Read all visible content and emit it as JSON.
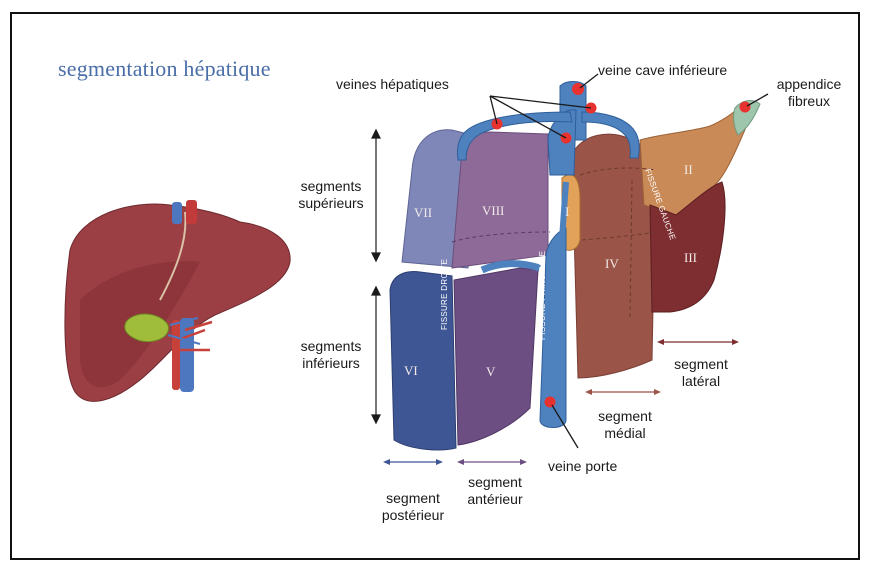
{
  "title": "segmentation hépatique",
  "labels": {
    "veines_hepatiques": "veines hépatiques",
    "veine_cave": "veine cave inférieure",
    "appendice_line1": "appendice",
    "appendice_line2": "fibreux",
    "seg_sup_line1": "segments",
    "seg_sup_line2": "supérieurs",
    "seg_inf_line1": "segments",
    "seg_inf_line2": "inférieurs",
    "veine_porte": "veine porte",
    "seg_post_line1": "segment",
    "seg_post_line2": "postérieur",
    "seg_ant_line1": "segment",
    "seg_ant_line2": "antérieur",
    "seg_med_line1": "segment",
    "seg_med_line2": "médial",
    "seg_lat_line1": "segment",
    "seg_lat_line2": "latéral"
  },
  "segments": {
    "I": "I",
    "II": "II",
    "III": "III",
    "IV": "IV",
    "V": "V",
    "VI": "VI",
    "VII": "VII",
    "VIII": "VIII"
  },
  "fissures": {
    "droite": "FISSURE DROITE",
    "principale": "FISSURE PRINCIPALE",
    "gauche": "FISSURE GAUCHE"
  },
  "colors": {
    "title": "#4a6ea8",
    "vessel": "#4d82bf",
    "marker": "#e8322f",
    "seg_VII": "#7f86b8",
    "seg_VIII": "#8d6a98",
    "seg_VI": "#3f5694",
    "seg_V": "#6d4e82",
    "seg_IV": "#9a5448",
    "seg_III": "#7e2d30",
    "seg_II": "#c98a57",
    "seg_I": "#e3a25a",
    "liver": "#9a3c41"
  }
}
